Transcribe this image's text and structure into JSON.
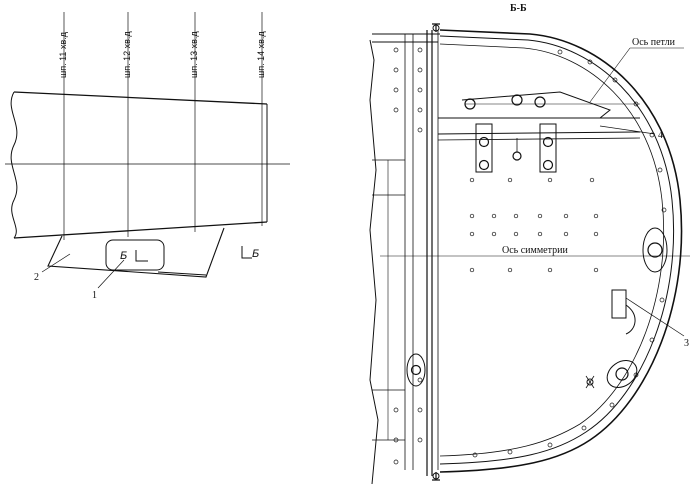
{
  "left_view": {
    "frame_labels": [
      "шп. 11 хв.д",
      "шп. 12 хв.д",
      "шп. 13 хв.д",
      "шп. 14 хв.д"
    ],
    "plate_text": "Б",
    "section_mark": "Б",
    "callouts": [
      "2",
      "1"
    ]
  },
  "right_view": {
    "section_title": "Б-Б",
    "labels": {
      "hinge_axis": "Ось петли",
      "symmetry_axis": "Ось симметрии"
    },
    "callouts": [
      "4",
      "3"
    ]
  }
}
